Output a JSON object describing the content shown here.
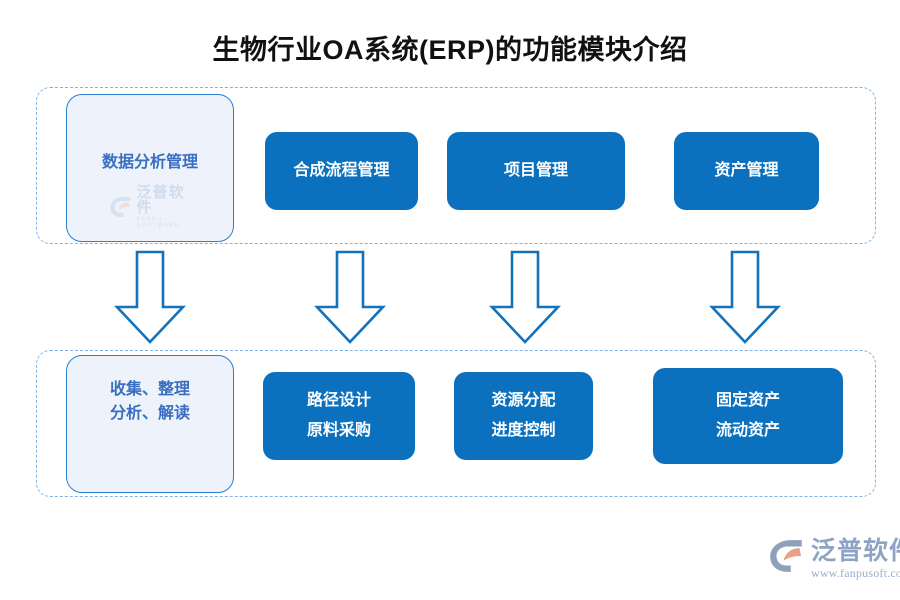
{
  "page": {
    "title": "生物行业OA系统(ERP)的功能模块介绍",
    "background_color": "#ffffff"
  },
  "colors": {
    "accent_blue": "#0b71be",
    "outline_blue": "#2a7fd0",
    "light_fill": "#eef3fb",
    "dashed_border": "#7fb2e5",
    "light_text": "#3a6ec0",
    "blue_text": "#ffffff",
    "title_text": "#111111",
    "logo_text": "#8fa3c4"
  },
  "groups": {
    "top": {
      "name": "模块行",
      "cards": [
        {
          "id": "data-analysis",
          "label": "数据分析管理",
          "style": "outlined"
        },
        {
          "id": "synth",
          "label": "合成流程管理",
          "style": "solid"
        },
        {
          "id": "project",
          "label": "项目管理",
          "style": "solid"
        },
        {
          "id": "asset",
          "label": "资产管理",
          "style": "solid"
        }
      ]
    },
    "bottom": {
      "name": "功能行",
      "cards": [
        {
          "id": "collect",
          "label": "收集、整理\n分析、解读",
          "style": "outlined"
        },
        {
          "id": "path",
          "label": "路径设计\n原料采购",
          "style": "solid"
        },
        {
          "id": "resource",
          "label": "资源分配\n进度控制",
          "style": "solid"
        },
        {
          "id": "fixed",
          "label": "固定资产\n流动资产",
          "style": "solid"
        }
      ]
    }
  },
  "arrows": {
    "count": 4,
    "direction": "down",
    "icon": "arrow-down-icon"
  },
  "watermark": {
    "icon": "fanpu-logo-icon",
    "name_cn": "泛普软件",
    "name_en": "FANPU SOFTWARE"
  },
  "brand": {
    "icon": "fanpu-logo-icon",
    "name_cn": "泛普软件",
    "url": "www.fanpusoft.com"
  }
}
